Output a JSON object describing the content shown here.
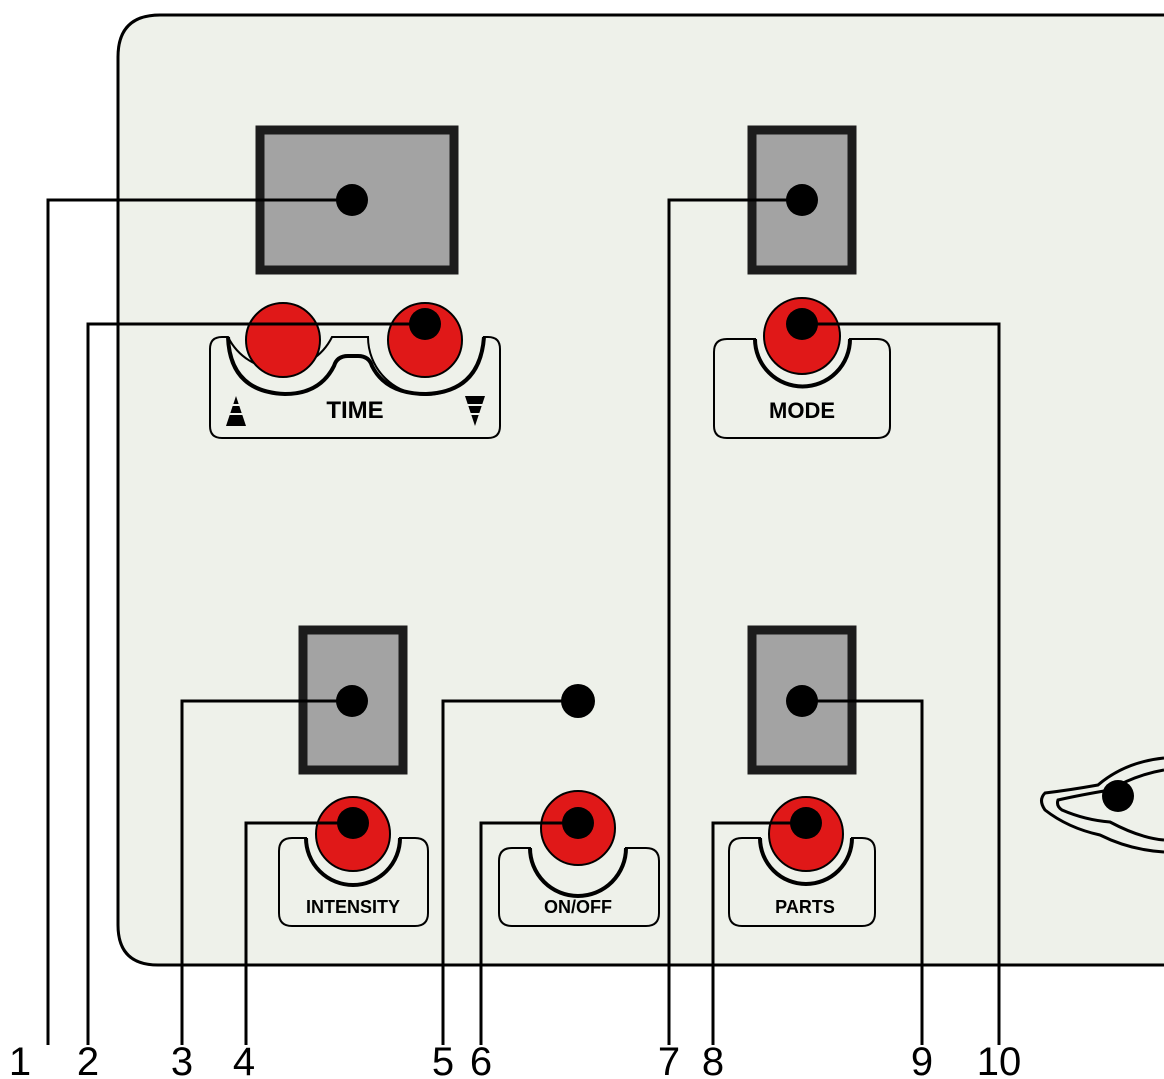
{
  "panel": {
    "time_label": "TIME",
    "mode_label": "MODE",
    "intensity_label": "INTENSITY",
    "onoff_label": "ON/OFF",
    "parts_label": "PARTS"
  },
  "callouts": [
    "1",
    "2",
    "3",
    "4",
    "5",
    "6",
    "7",
    "8",
    "9",
    "10"
  ],
  "colors": {
    "panel_fill": "#eef1ea",
    "display_fill": "#a3a3a3",
    "button_red": "#e01818",
    "line": "#000000"
  }
}
